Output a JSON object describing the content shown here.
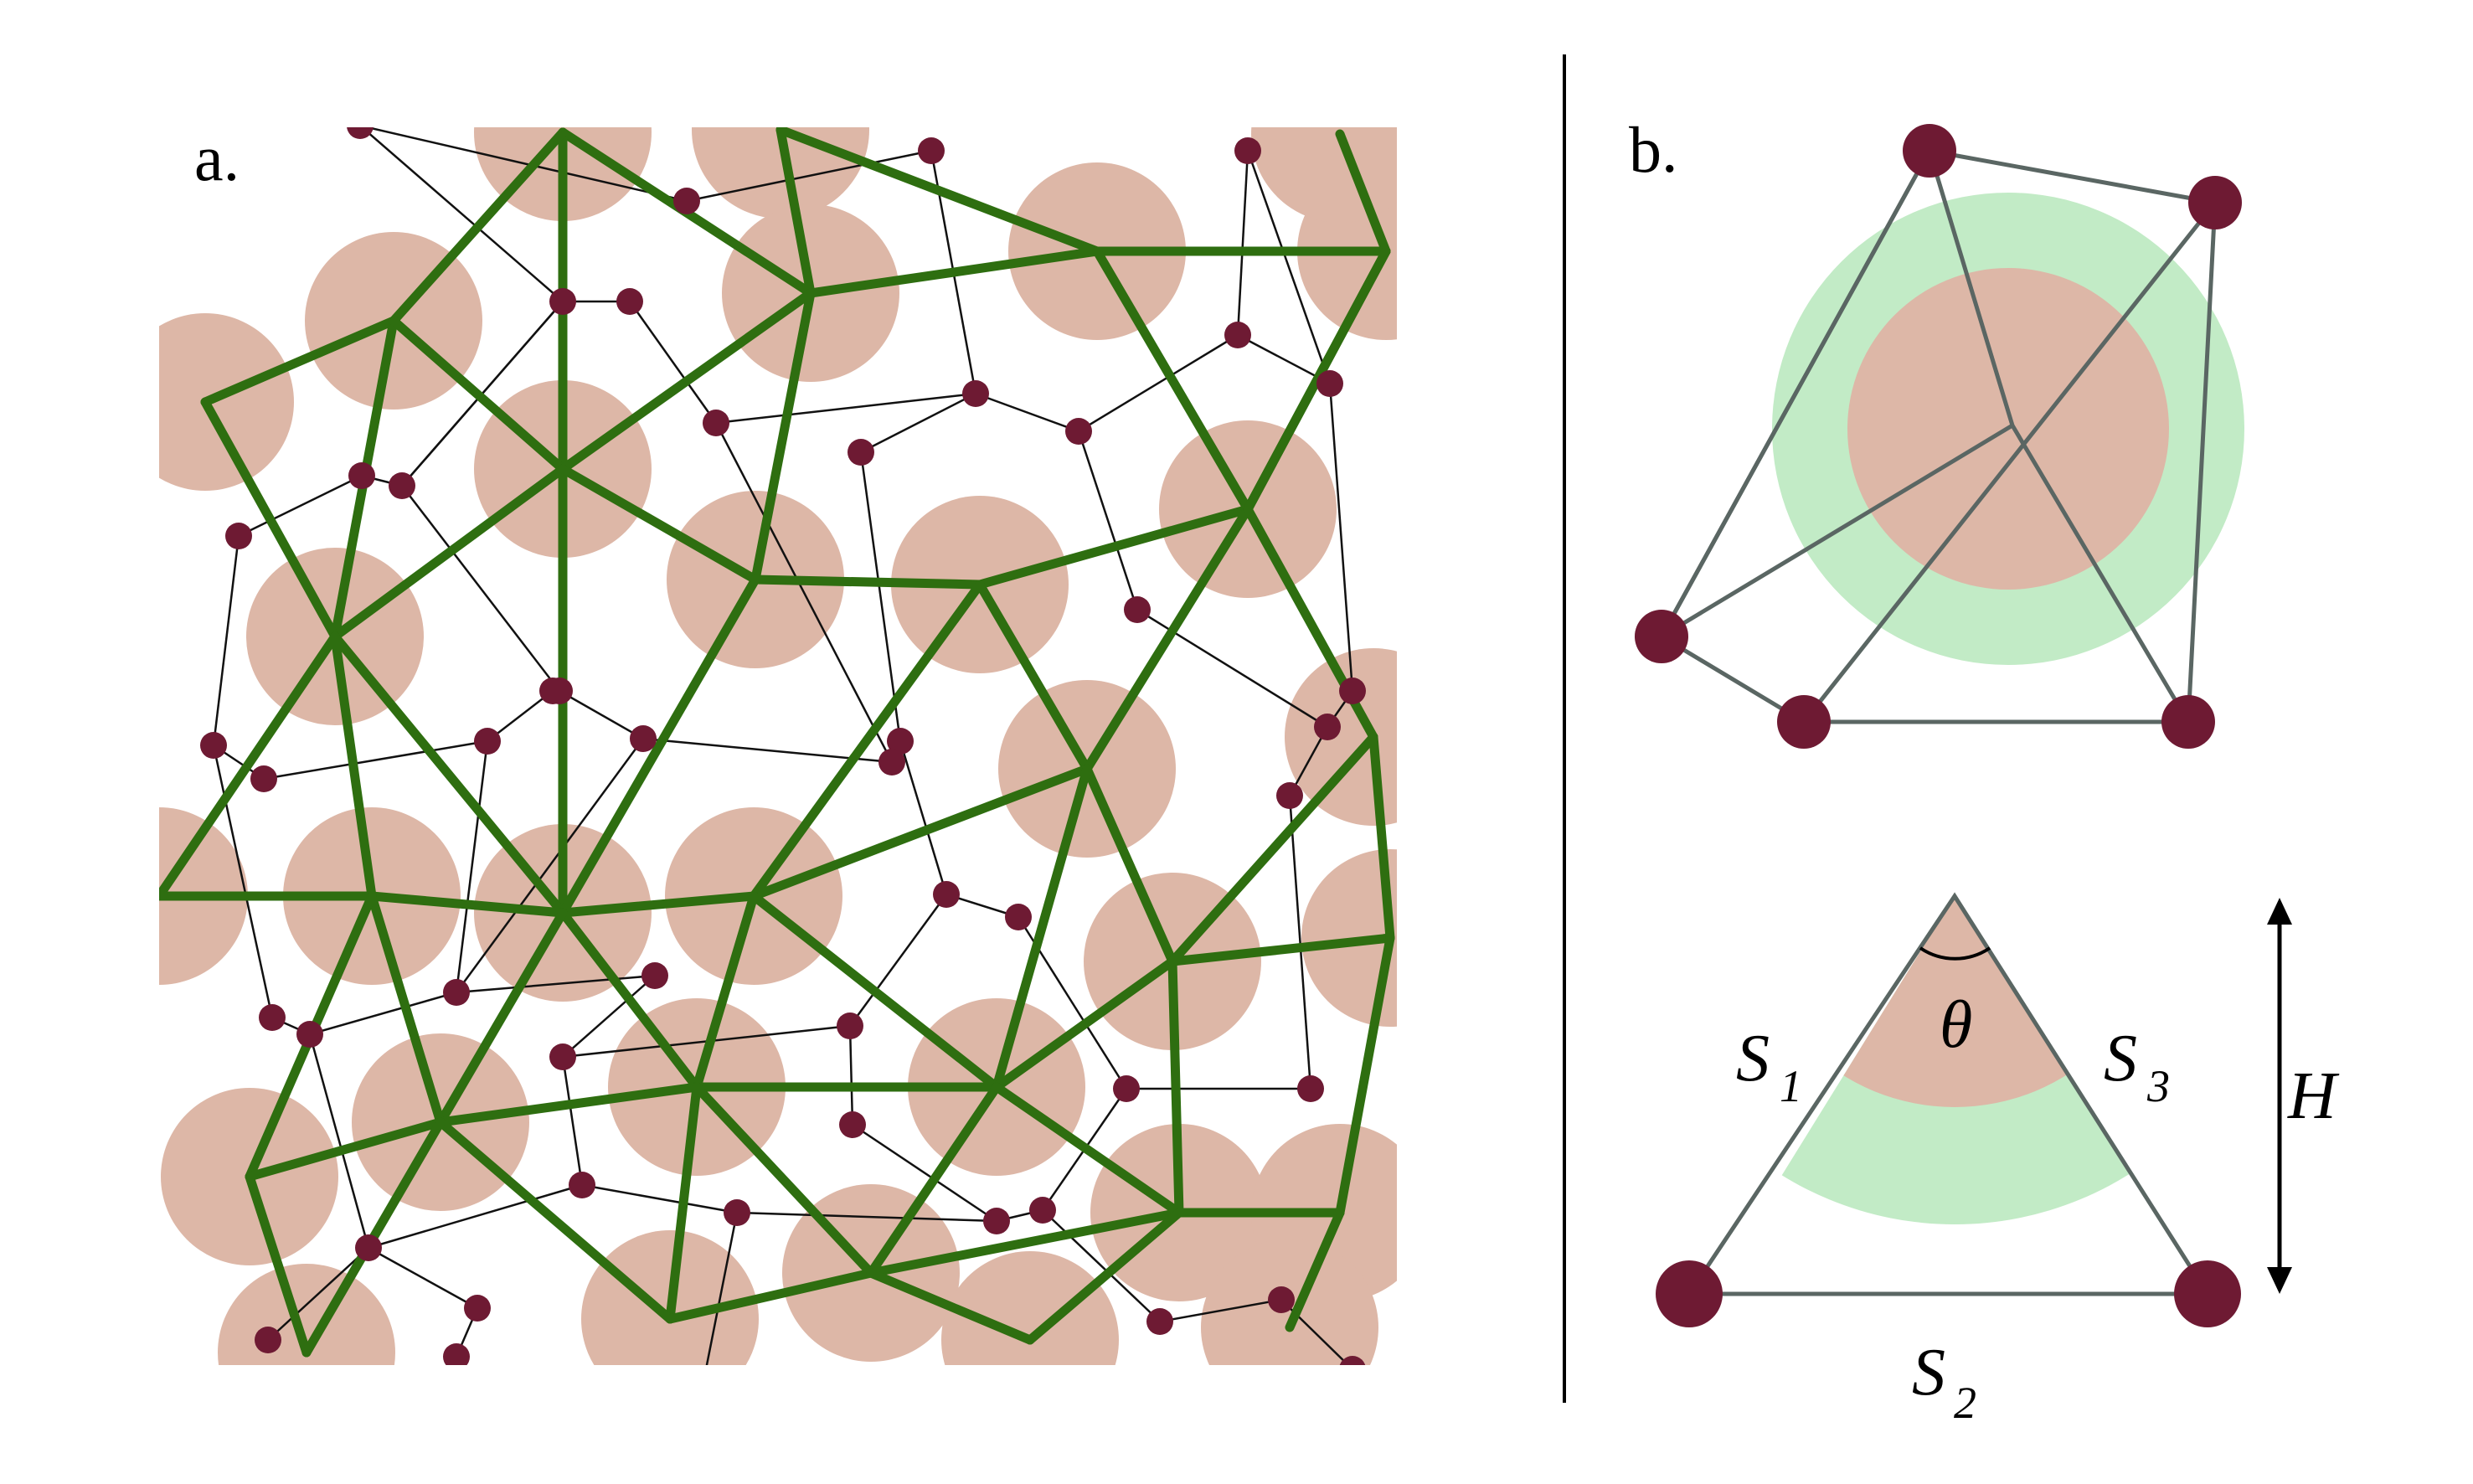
{
  "figure": {
    "panel_a_label": "a.",
    "panel_b_label": "b.",
    "math_labels": {
      "theta": "θ",
      "s1_main": "S",
      "s1_sub": "1",
      "s2_main": "S",
      "s2_sub": "2",
      "s3_main": "S",
      "s3_sub": "3",
      "height": "H"
    }
  },
  "colors": {
    "green_network": "#2e6e10",
    "particle_disk": "#ddb7a7",
    "node": "#6e1a33",
    "thin_edge": "#111111",
    "gray_triangle": "#5a6663",
    "green_halo": "#c2ebc6",
    "divider": "#000000",
    "background": "#ffffff"
  }
}
